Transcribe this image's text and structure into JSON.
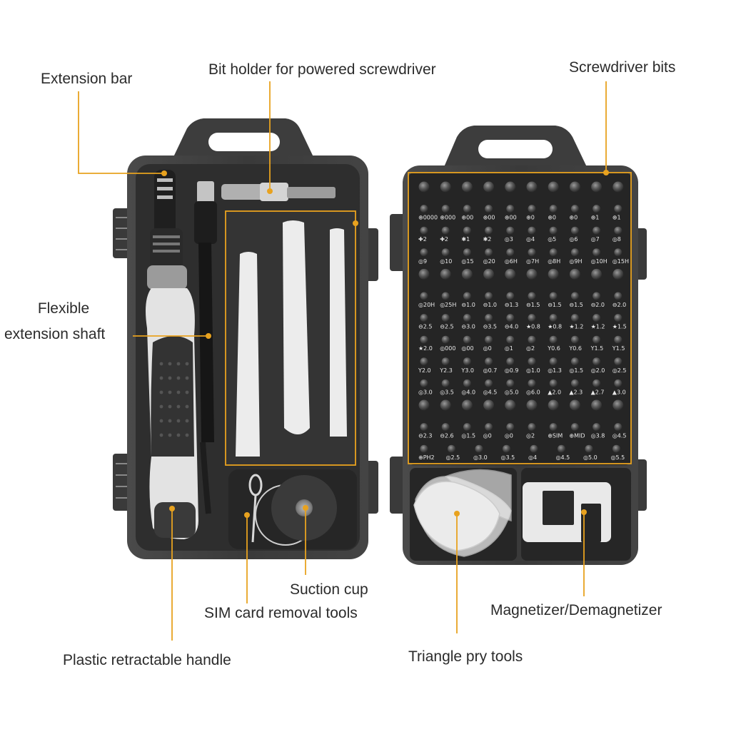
{
  "callouts": {
    "extension_bar": "Extension bar",
    "bit_holder": "Bit holder for powered screwdriver",
    "screwdriver_bits": "Screwdriver bits",
    "flexible_shaft_line1": "Flexible",
    "flexible_shaft_line2": "extension shaft",
    "suction_cup": "Suction cup",
    "sim_tools": "SIM card removal tools",
    "magnetizer": "Magnetizer/Demagnetizer",
    "retractable_handle": "Plastic retractable handle",
    "triangle_pry": "Triangle pry tools"
  },
  "colors": {
    "accent": "#e8a21f",
    "case": "#3a3a3a",
    "case_inner": "#2b2b2b",
    "plastic_white": "#ececec"
  },
  "bit_rows": [
    [
      "",
      "",
      "",
      "",
      "",
      "",
      "",
      "",
      "",
      ""
    ],
    [
      "⊕0000",
      "⊕000",
      "⊕00",
      "⊕00",
      "⊕00",
      "⊕0",
      "⊕0",
      "⊕0",
      "⊕1",
      "⊕1"
    ],
    [
      "✚2",
      "✚2",
      "✱1",
      "✱2",
      "◎3",
      "◎4",
      "◎5",
      "◎6",
      "◎7",
      "◎8"
    ],
    [
      "◎9",
      "◎10",
      "◎15",
      "◎20",
      "◎6H",
      "◎7H",
      "◎8H",
      "◎9H",
      "◎10H",
      "◎15H"
    ],
    [
      "",
      "",
      "",
      "",
      "",
      "",
      "",
      "",
      "",
      ""
    ],
    [
      "◎20H",
      "◎25H",
      "⊖1.0",
      "⊖1.0",
      "⊖1.3",
      "⊖1.5",
      "⊖1.5",
      "⊖1.5",
      "⊖2.0",
      "⊖2.0"
    ],
    [
      "⊖2.5",
      "⊖2.5",
      "⊖3.0",
      "⊖3.5",
      "⊖4.0",
      "★0.8",
      "★0.8",
      "★1.2",
      "★1.2",
      "★1.5"
    ],
    [
      "★2.0",
      "◎000",
      "◎00",
      "◎0",
      "◎1",
      "◎2",
      "Y0.6",
      "Y0.6",
      "Y1.5",
      "Y1.5"
    ],
    [
      "Y2.0",
      "Y2.3",
      "Y3.0",
      "◎0.7",
      "◎0.9",
      "◎1.0",
      "◎1.3",
      "◎1.5",
      "◎2.0",
      "◎2.5"
    ],
    [
      "◎3.0",
      "◎3.5",
      "◎4.0",
      "◎4.5",
      "◎5.0",
      "◎6.0",
      "▲2.0",
      "▲2.3",
      "▲2.7",
      "▲3.0"
    ],
    [
      "",
      "",
      "",
      "",
      "",
      "",
      "",
      "",
      "",
      ""
    ],
    [
      "⊖2.3",
      "⊖2.6",
      "◎1.5",
      "◎0",
      "◎0",
      "◎2",
      "⊕SIM",
      "⊕MID",
      "◎3.8",
      "◎4.5"
    ],
    [
      "⊕PH2",
      "◎2.5",
      "◎3.0",
      "◎3.5",
      "◎4",
      "◎4.5",
      "◎5.0",
      "◎5.5"
    ]
  ]
}
